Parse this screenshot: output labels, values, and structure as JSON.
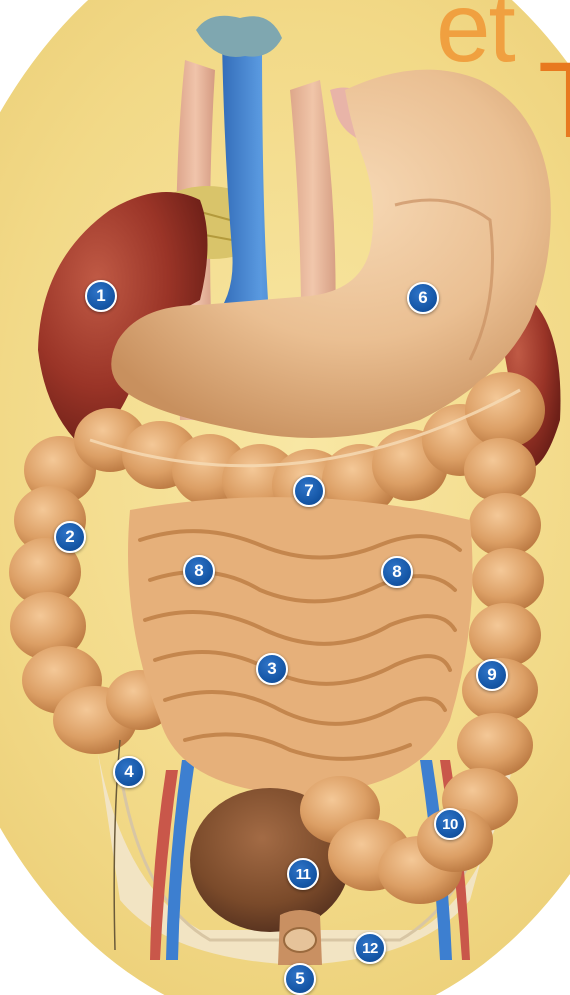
{
  "heading": {
    "line1": "et",
    "line2": "T"
  },
  "markers": [
    {
      "id": "m1",
      "label": "1",
      "organ": "liver"
    },
    {
      "id": "m6",
      "label": "6",
      "organ": "stomach"
    },
    {
      "id": "m7",
      "label": "7",
      "organ": "transverse-colon"
    },
    {
      "id": "m2",
      "label": "2",
      "organ": "ascending-colon"
    },
    {
      "id": "m8a",
      "label": "8",
      "organ": "mesentery-right"
    },
    {
      "id": "m8b",
      "label": "8",
      "organ": "mesentery-left"
    },
    {
      "id": "m3",
      "label": "3",
      "organ": "small-intestine"
    },
    {
      "id": "m9",
      "label": "9",
      "organ": "descending-colon"
    },
    {
      "id": "m4",
      "label": "4",
      "organ": "appendix"
    },
    {
      "id": "m10",
      "label": "10",
      "organ": "sigmoid-colon"
    },
    {
      "id": "m11",
      "label": "11",
      "organ": "bladder"
    },
    {
      "id": "m12",
      "label": "12",
      "organ": "pelvic-floor"
    },
    {
      "id": "m5",
      "label": "5",
      "organ": "rectum"
    }
  ],
  "colors": {
    "background_disc": "#f3dd8e",
    "liver": "#9c3528",
    "intestine": "#e2a56c",
    "stomach": "#efc59a",
    "vein": "#3d7fd0",
    "artery": "#c9574a",
    "marker": "#1658a8"
  }
}
